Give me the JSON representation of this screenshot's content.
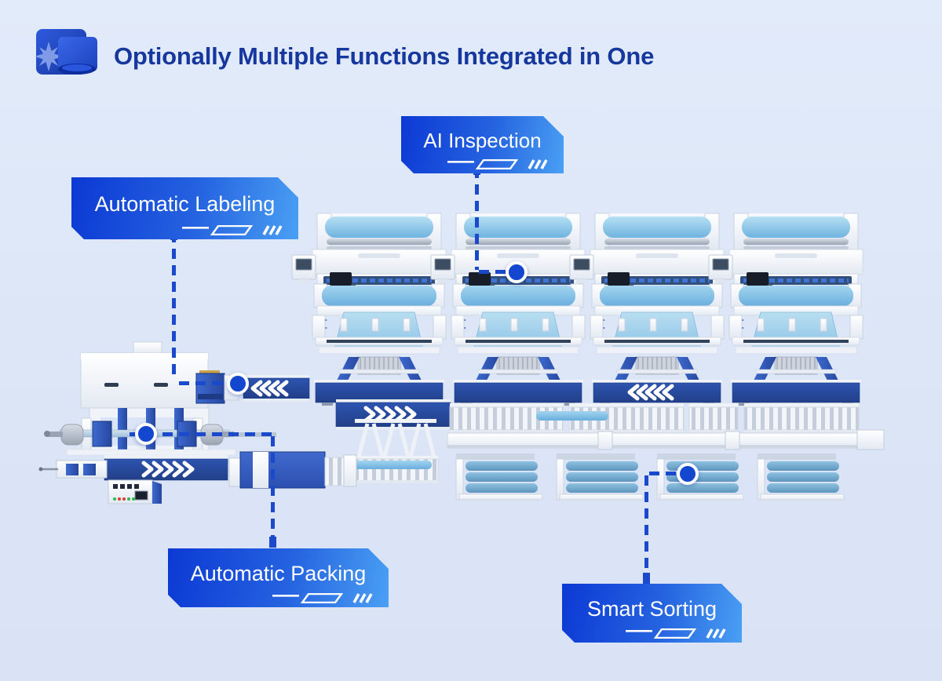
{
  "header": {
    "title": "Optionally Multiple Functions Integrated in One",
    "title_color": "#16379e",
    "logo_icon": "spark-document-logo"
  },
  "callouts": [
    {
      "id": "ai-inspection",
      "label": "AI Inspection"
    },
    {
      "id": "automatic-labeling",
      "label": "Automatic Labeling"
    },
    {
      "id": "automatic-packing",
      "label": "Automatic Packing"
    },
    {
      "id": "smart-sorting",
      "label": "Smart Sorting"
    }
  ],
  "illustration": {
    "inspection_machine_count": 4,
    "fabric_stack_count": 4
  },
  "colors": {
    "background": "#dbe5f6",
    "callout_gradient_start": "#0c39d4",
    "callout_gradient_end": "#4aa0f4",
    "callout_text": "#ffffff",
    "leader_line": "#1b49cc",
    "machine_dark_blue": "#27479b",
    "machine_leg_blue": "#2f5cc0",
    "fabric_blue": "#85c2e4",
    "body_white": "#f7f9fc"
  },
  "icons": {
    "logo": "spark-document-logo",
    "conveyor_right": "chevrons-right-icon",
    "conveyor_left": "chevrons-left-icon",
    "callout_marker": "target-dot-icon"
  }
}
